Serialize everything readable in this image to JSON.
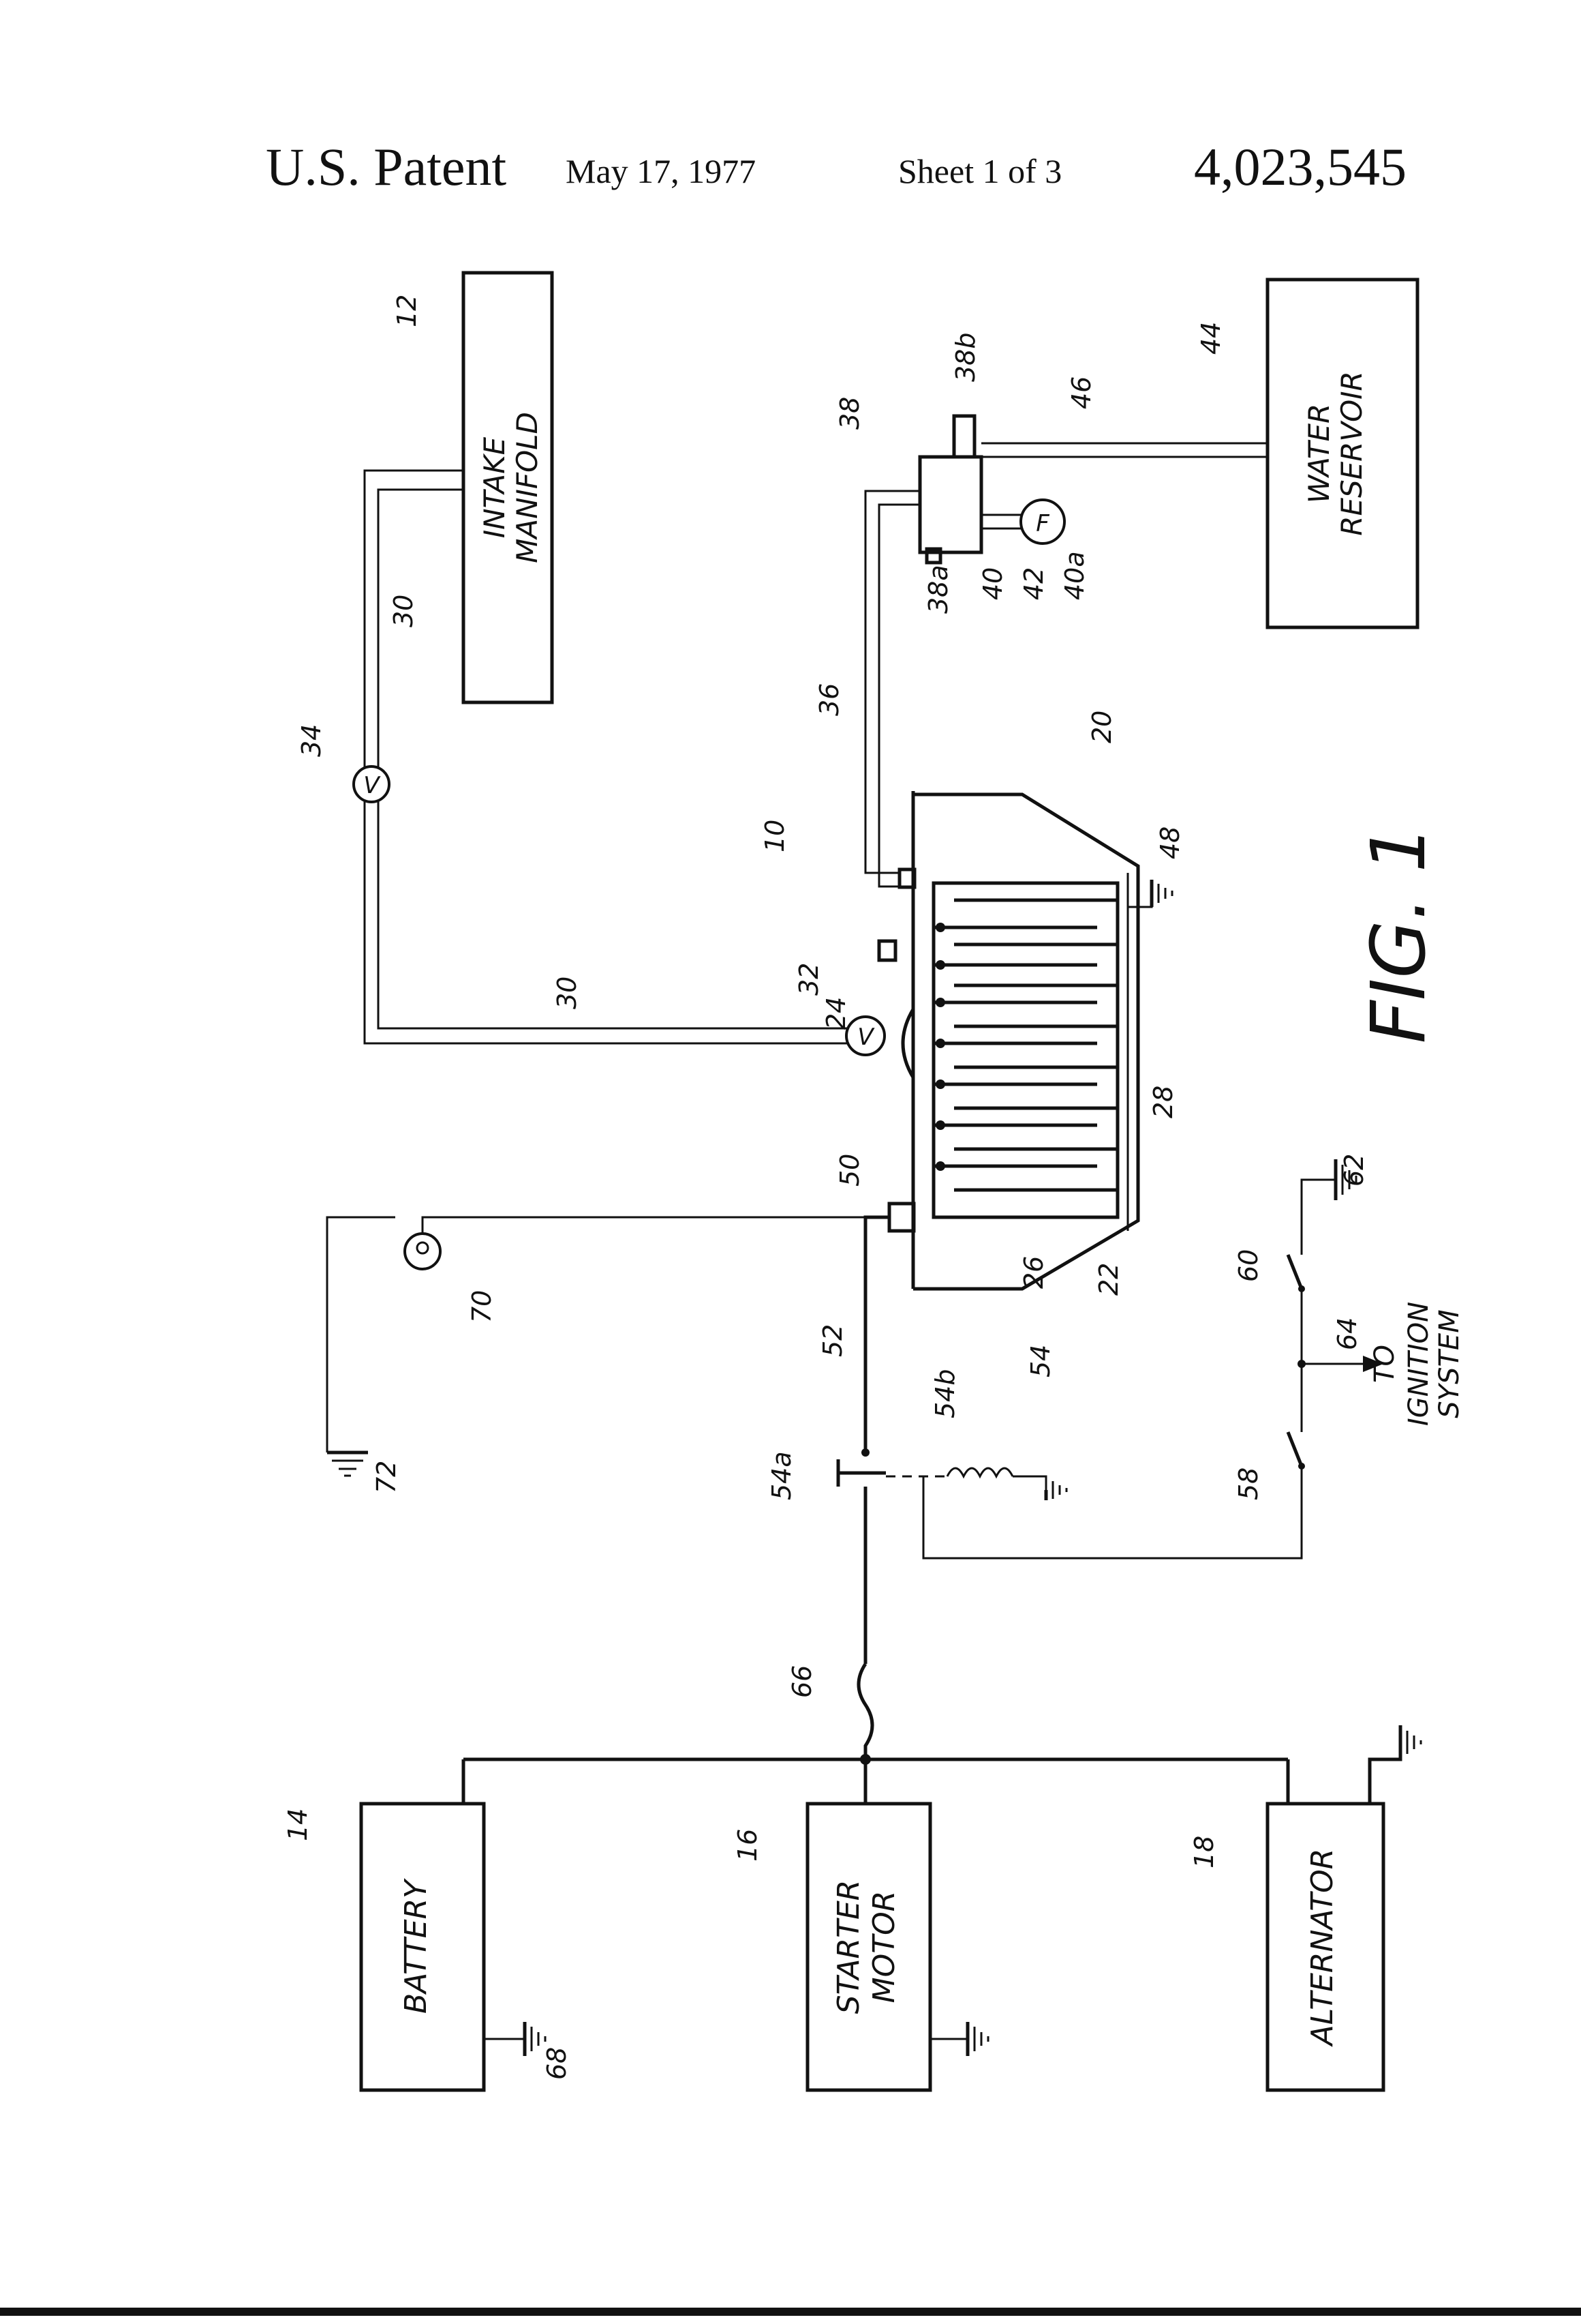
{
  "header": {
    "patent_label": "U.S. Patent",
    "date": "May 17, 1977",
    "sheet": "Sheet 1 of 3",
    "patent_number": "4,023,545"
  },
  "figure": {
    "title": "FIG. 1",
    "boxes": {
      "intake_manifold": [
        "INTAKE",
        "MANIFOLD"
      ],
      "water_reservoir": [
        "WATER",
        "RESERVOIR"
      ],
      "battery": [
        "BATTERY"
      ],
      "starter_motor": [
        "STARTER",
        "MOTOR"
      ],
      "alternator": [
        "ALTERNATOR"
      ]
    },
    "valve_symbol": "V",
    "filter_symbol": "F",
    "ignition_label": [
      "TO",
      "IGNITION",
      "SYSTEM"
    ],
    "refs": {
      "r10": "10",
      "r12": "12",
      "r14": "14",
      "r16": "16",
      "r18": "18",
      "r20": "20",
      "r22": "22",
      "r24": "24",
      "r26": "26",
      "r28": "28",
      "r30a": "30",
      "r30b": "30",
      "r32": "32",
      "r34": "34",
      "r36": "36",
      "r38": "38",
      "r38a": "38a",
      "r38b": "38b",
      "r40": "40",
      "r40a": "40a",
      "r42": "42",
      "r44": "44",
      "r46": "46",
      "r48": "48",
      "r50": "50",
      "r52": "52",
      "r54": "54",
      "r54a": "54a",
      "r54b": "54b",
      "r58": "58",
      "r60": "60",
      "r62": "62",
      "r64": "64",
      "r66": "66",
      "r68": "68",
      "r70": "70",
      "r72": "72"
    }
  }
}
